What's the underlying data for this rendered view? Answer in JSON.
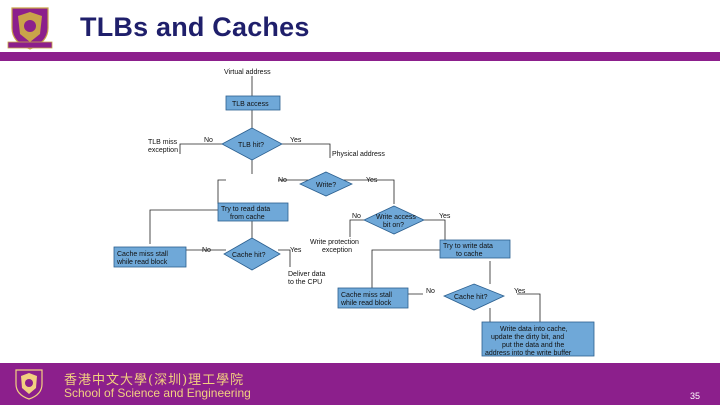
{
  "header": {
    "title": "TLBs and Caches"
  },
  "diagram": {
    "virtual_address": "Virtual address",
    "tlb_access": "TLB access",
    "tlb_hit": "TLB hit?",
    "tlb_miss_1": "TLB miss",
    "tlb_miss_2": "exception",
    "no": "No",
    "yes": "Yes",
    "physical_address": "Physical address",
    "write": "Write?",
    "try_read_1": "Try to read data",
    "try_read_2": "from cache",
    "write_access_1": "Write access",
    "write_access_2": "bit on?",
    "write_prot_1": "Write protection",
    "write_prot_2": "exception",
    "try_write_1": "Try to write data",
    "try_write_2": "to cache",
    "cache_miss_1": "Cache miss stall",
    "cache_miss_2": "while read block",
    "cache_hit": "Cache hit?",
    "deliver_1": "Deliver data",
    "deliver_2": "to the CPU",
    "write_into_1": "Write data into cache,",
    "write_into_2": "update the dirty bit, and",
    "write_into_3": "put the data and the",
    "write_into_4": "address into the write buffer"
  },
  "footer": {
    "chinese_name": "香港中文大學(深圳)理工學院",
    "english_name": "School of Science and Engineering",
    "page_number": "35"
  },
  "colors": {
    "brand_purple": "#8c1f8c",
    "title_blue": "#1f1f6b",
    "node_blue": "#6fa8d8"
  }
}
